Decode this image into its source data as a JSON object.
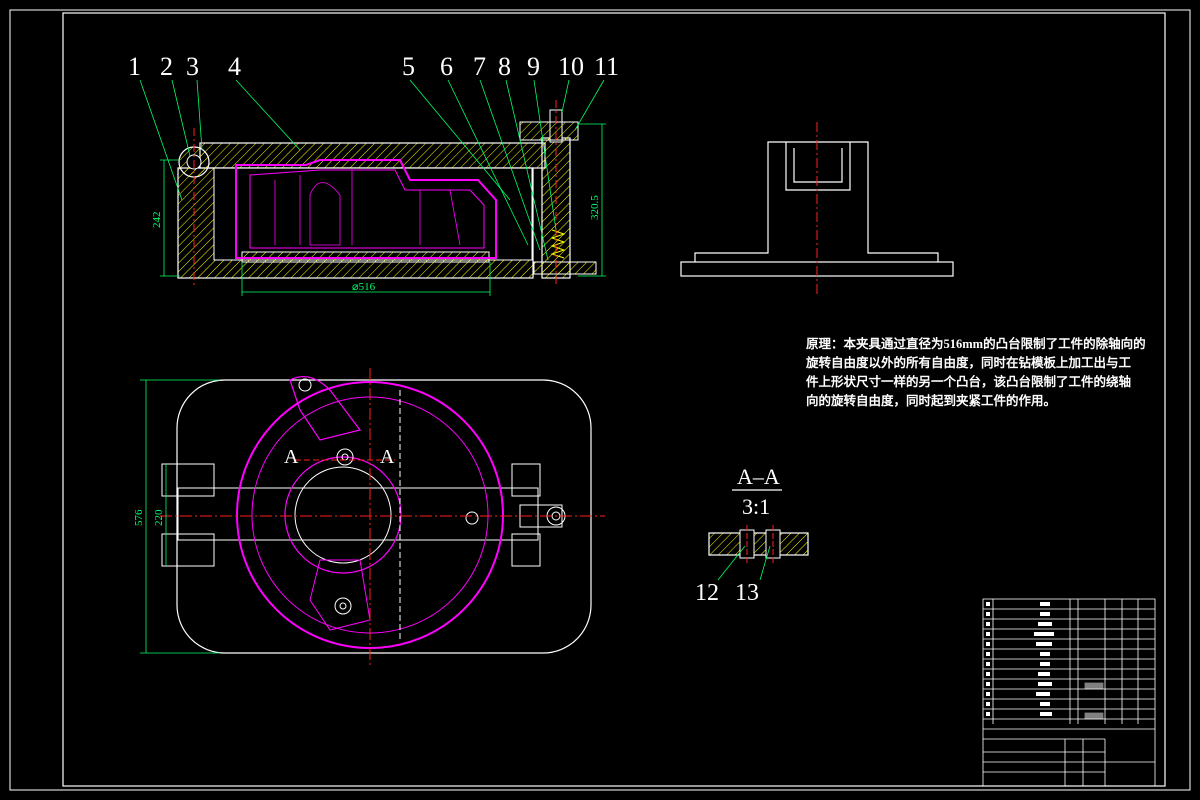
{
  "callouts": [
    "1",
    "2",
    "3",
    "4",
    "5",
    "6",
    "7",
    "8",
    "9",
    "10",
    "11",
    "12",
    "13"
  ],
  "dimensions": {
    "height_242": "242",
    "height_320": "320.5",
    "diameter_516": "⌀516",
    "width_576": "576",
    "width_220": "220"
  },
  "section_labels": {
    "left": "A",
    "right": "A",
    "title": "A–A",
    "scale": "3:1"
  },
  "note_lines": [
    "原理：本夹具通过直径为516mm的凸台限制了工件的除轴向的",
    "旋转自由度以外的所有自由度，同时在钻模板上加工出与工",
    "件上形状尺寸一样的另一个凸台，该凸台限制了工件的绕轴",
    "向的旋转自由度，同时起到夹紧工件的作用。"
  ],
  "colors": {
    "background": "#000000",
    "outline": "#ffffff",
    "dimension": "#00ff66",
    "workpiece": "#ff00ff",
    "centerline": "#ff2020",
    "hatch": "#ffff00"
  }
}
